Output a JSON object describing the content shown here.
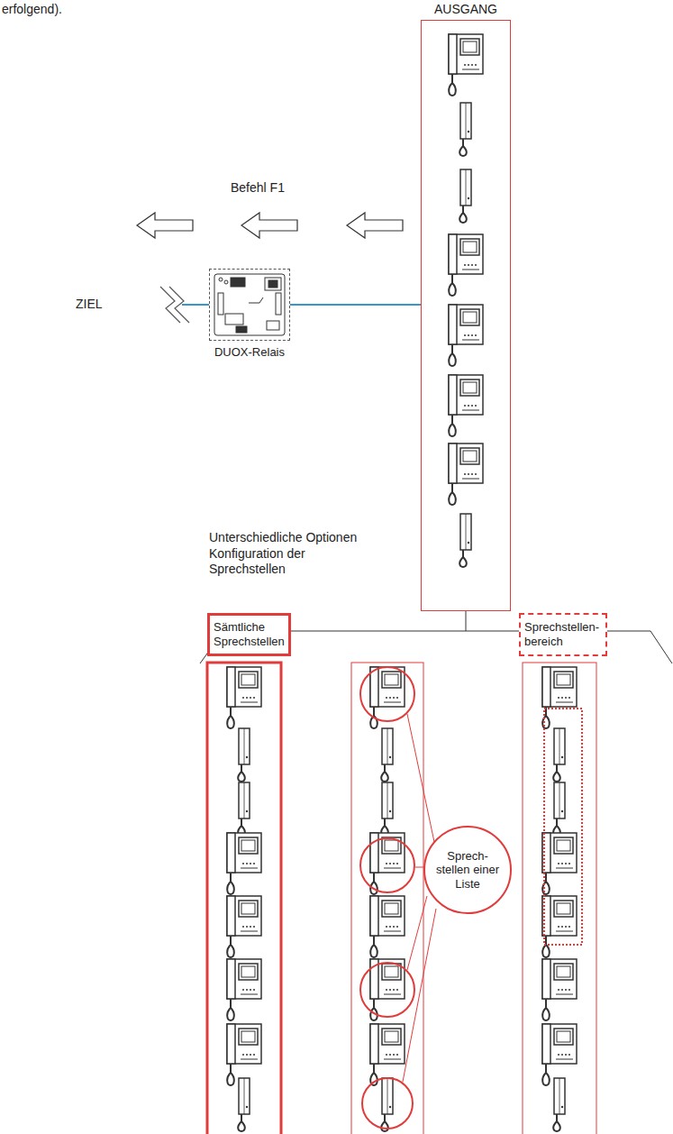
{
  "diagram": {
    "nodes": [
      {
        "text": [
          "AUSGANG"
        ]
      },
      {
        "text": [
          "DUOX-Relais"
        ]
      },
      {
        "text": [
          "Sämtliche Sprechstellen"
        ]
      },
      {
        "text": [
          "Sprech- stellen einer Liste"
        ]
      },
      {
        "text": [
          "Sprechstellen- bereich"
        ]
      }
    ],
    "edges": [
      {
        "from": 0,
        "to": 1,
        "arrow": "none"
      }
    ],
    "labels": [
      "erfolgend).",
      "Befehl F1",
      "ZIEL",
      "Unterschiedliche Optionen Konfiguration der Sprechstellen"
    ]
  }
}
